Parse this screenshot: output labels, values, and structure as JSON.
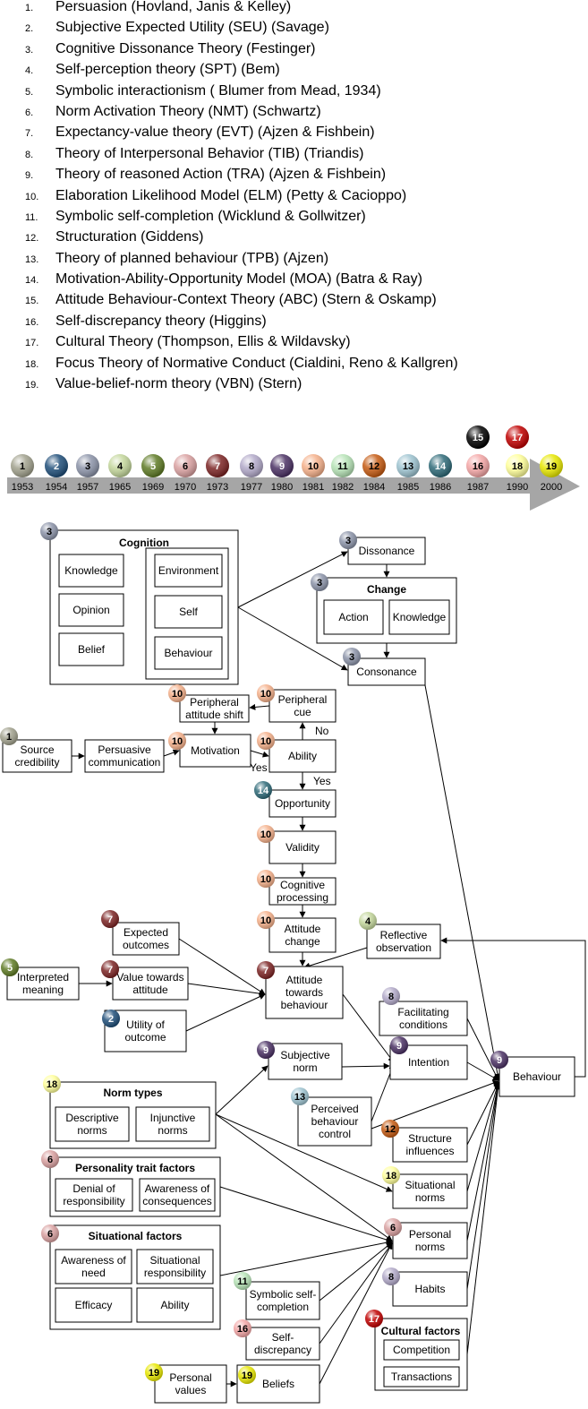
{
  "theories": [
    {
      "num": "1.",
      "text": "Persuasion (Hovland, Janis & Kelley)"
    },
    {
      "num": "2.",
      "text": "Subjective Expected Utility (SEU) (Savage)"
    },
    {
      "num": "3.",
      "text": "Cognitive Dissonance Theory (Festinger)"
    },
    {
      "num": "4.",
      "text": "Self-perception theory (SPT) (Bem)"
    },
    {
      "num": "5.",
      "text": "Symbolic interactionism ( Blumer from Mead, 1934)"
    },
    {
      "num": "6.",
      "text": "Norm Activation Theory (NMT) (Schwartz)"
    },
    {
      "num": "7.",
      "text": "Expectancy-value theory (EVT) (Ajzen & Fishbein)"
    },
    {
      "num": "8.",
      "text": "Theory of Interpersonal Behavior (TIB) (Triandis)"
    },
    {
      "num": "9.",
      "text": "Theory of reasoned Action (TRA) (Ajzen & Fishbein)"
    },
    {
      "num": "10.",
      "text": "Elaboration Likelihood Model (ELM) (Petty & Cacioppo)"
    },
    {
      "num": "11.",
      "text": "Symbolic self-completion (Wicklund & Gollwitzer)"
    },
    {
      "num": "12.",
      "text": "Structuration (Giddens)"
    },
    {
      "num": "13.",
      "text": "Theory of planned behaviour (TPB) (Ajzen)"
    },
    {
      "num": "14.",
      "text": "Motivation-Ability-Opportunity Model (MOA) (Batra & Ray)"
    },
    {
      "num": "15.",
      "text": "Attitude Behaviour-Context Theory (ABC) (Stern & Oskamp)"
    },
    {
      "num": "16.",
      "text": "Self-discrepancy theory (Higgins)"
    },
    {
      "num": "17.",
      "text": "Cultural Theory (Thompson, Ellis & Wildavsky)"
    },
    {
      "num": "18.",
      "text": "Focus Theory of Normative Conduct (Cialdini, Reno & Kallgren)"
    },
    {
      "num": "19.",
      "text": "Value-belief-norm theory (VBN) (Stern)"
    }
  ],
  "theory_colors": {
    "1": "#a0a08c",
    "2": "#1f4e79",
    "3": "#8b93a8",
    "4": "#c3d69b",
    "5": "#5e7a24",
    "6": "#d9a0a0",
    "7": "#7b2323",
    "8": "#b1a8c8",
    "9": "#4a3063",
    "10": "#f5b08a",
    "11": "#b6e3b6",
    "12": "#c55a11",
    "13": "#9dc3d0",
    "14": "#2e6a78",
    "15": "#000000",
    "16": "#f4a6a6",
    "17": "#c00000",
    "18": "#ffff99",
    "19": "#e8e800"
  },
  "timeline": {
    "items": [
      {
        "n": "1",
        "year": "1953"
      },
      {
        "n": "2",
        "year": "1954"
      },
      {
        "n": "3",
        "year": "1957"
      },
      {
        "n": "4",
        "year": "1965"
      },
      {
        "n": "5",
        "year": "1969"
      },
      {
        "n": "6",
        "year": "1970"
      },
      {
        "n": "7",
        "year": "1973"
      },
      {
        "n": "8",
        "year": "1977"
      },
      {
        "n": "9",
        "year": "1980"
      },
      {
        "n": "10",
        "year": "1981"
      },
      {
        "n": "11",
        "year": "1982"
      },
      {
        "n": "12",
        "year": "1984"
      },
      {
        "n": "13",
        "year": "1985"
      },
      {
        "n": "14",
        "year": "1986"
      },
      {
        "n": "16",
        "year": "1987"
      },
      {
        "n": "18",
        "year": "1990"
      },
      {
        "n": "19",
        "year": "2000"
      }
    ],
    "stacked": [
      {
        "n": "15",
        "above": "16"
      },
      {
        "n": "17",
        "above": "18"
      }
    ]
  },
  "diagram": {
    "cognition": {
      "title": "Cognition",
      "left": [
        "Knowledge",
        "Opinion",
        "Belief"
      ],
      "right": [
        "Environment",
        "Self",
        "Behaviour"
      ]
    },
    "dissonance": "Dissonance",
    "change": {
      "title": "Change",
      "items": [
        "Action",
        "Knowledge"
      ]
    },
    "consonance": "Consonance",
    "peripheral_shift": [
      "Peripheral",
      "attitude shift"
    ],
    "peripheral_cue": [
      "Peripheral",
      "cue"
    ],
    "source_credibility": [
      "Source",
      "credibility"
    ],
    "persuasive_communication": [
      "Persuasive",
      "communication"
    ],
    "motivation": "Motivation",
    "ability": "Ability",
    "no_label": "No",
    "yes_label_1": "Yes",
    "yes_label_2": "Yes",
    "opportunity": "Opportunity",
    "validity": "Validity",
    "cognitive_processing": [
      "Cognitive",
      "processing"
    ],
    "attitude_change": [
      "Attitude",
      "change"
    ],
    "reflective_observation": [
      "Reflective",
      "observation"
    ],
    "expected_outcomes": [
      "Expected",
      "outcomes"
    ],
    "interpreted_meaning": [
      "Interpreted",
      "meaning"
    ],
    "value_towards_attitude": [
      "Value towards",
      "attitude"
    ],
    "utility_of_outcome": [
      "Utility of",
      "outcome"
    ],
    "attitude_towards_behaviour": [
      "Attitude",
      "towards",
      "behaviour"
    ],
    "facilitating_conditions": [
      "Facilitating",
      "conditions"
    ],
    "intention": "Intention",
    "behaviour": "Behaviour",
    "subjective_norm": [
      "Subjective",
      "norm"
    ],
    "perceived_behaviour_control": [
      "Perceived",
      "behaviour",
      "control"
    ],
    "structure_influences": [
      "Structure",
      "influences"
    ],
    "situational_norms": [
      "Situational",
      "norms"
    ],
    "personal_norms": [
      "Personal",
      "norms"
    ],
    "habits": "Habits",
    "norm_types": {
      "title": "Norm types",
      "items": [
        [
          "Descriptive",
          "norms"
        ],
        [
          "Injunctive",
          "norms"
        ]
      ]
    },
    "personality": {
      "title": "Personality trait factors",
      "items": [
        [
          "Denial of",
          "responsibility"
        ],
        [
          "Awareness of",
          "consequences"
        ]
      ]
    },
    "situational_factors": {
      "title": "Situational factors",
      "items": [
        [
          "Awareness of",
          "need"
        ],
        [
          "Situational",
          "responsibility"
        ],
        [
          "Efficacy"
        ],
        [
          "Ability"
        ]
      ]
    },
    "symbolic_self_completion": [
      "Symbolic self-",
      "completion"
    ],
    "self_discrepancy": [
      "Self-",
      "discrepancy"
    ],
    "cultural_factors": {
      "title": "Cultural factors",
      "items": [
        "Competition",
        "Transactions"
      ]
    },
    "personal_values": [
      "Personal",
      "values"
    ],
    "beliefs": "Beliefs"
  }
}
